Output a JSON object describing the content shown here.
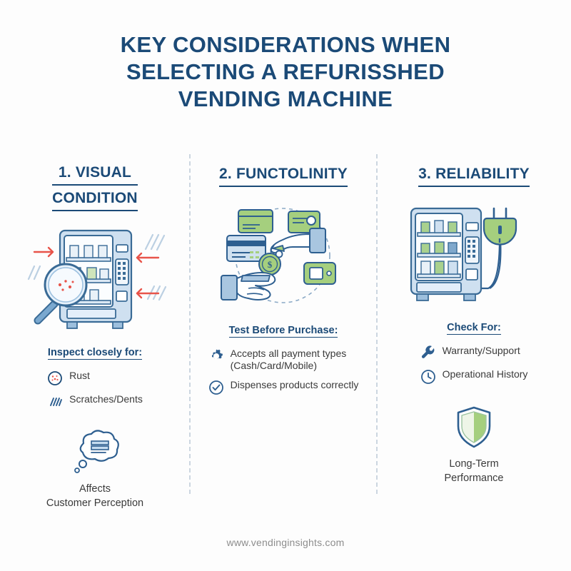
{
  "page": {
    "background_color": "#fdfdfd",
    "brand_blue": "#1b4a77",
    "accent_green": "#8cc152",
    "accent_red": "#e8544a",
    "divider_color": "#ccd6e0"
  },
  "title": {
    "line1": "KEY CONSIDERATIONS WHEN",
    "line2": "SELECTING A REFURISSHED",
    "line3": "VENDING MACHINE"
  },
  "columns": [
    {
      "heading_line1": "1. VISUAL",
      "heading_line2": "CONDITION",
      "illustration": "vending-machine-with-magnifier",
      "sub_heading": "Inspect closely for:",
      "bullets": [
        {
          "icon": "rust-spots-icon",
          "line1": "Rust",
          "line2": ""
        },
        {
          "icon": "scratches-icon",
          "line1": "Scratches/Dents",
          "line2": ""
        }
      ],
      "badge": {
        "icon": "thought-bubble-icon",
        "caption_line1": "Affects",
        "caption_line2": "Customer Perception"
      }
    },
    {
      "heading_line1": "2. FUNCTOLINITY",
      "heading_line2": "",
      "illustration": "hands-exchanging-payment",
      "sub_heading": "Test Before Purchase:",
      "bullets": [
        {
          "icon": "gear-icon",
          "line1": "Accepts all payment types",
          "line2": "(Cash/Card/Mobile)"
        },
        {
          "icon": "check-circle-icon",
          "line1": "Dispenses products correctly",
          "line2": ""
        }
      ],
      "badge": null
    },
    {
      "heading_line1": "3. RELIABILITY",
      "heading_line2": "",
      "illustration": "vending-machine-with-plug",
      "sub_heading": "Check For:",
      "bullets": [
        {
          "icon": "wrench-icon",
          "line1": "Warranty/Support",
          "line2": ""
        },
        {
          "icon": "clock-icon",
          "line1": "Operational History",
          "line2": ""
        }
      ],
      "badge": {
        "icon": "shield-icon",
        "caption_line1": "Long-Term",
        "caption_line2": "Performance"
      }
    }
  ],
  "footer": {
    "url": "www.vendinginsights.com"
  }
}
